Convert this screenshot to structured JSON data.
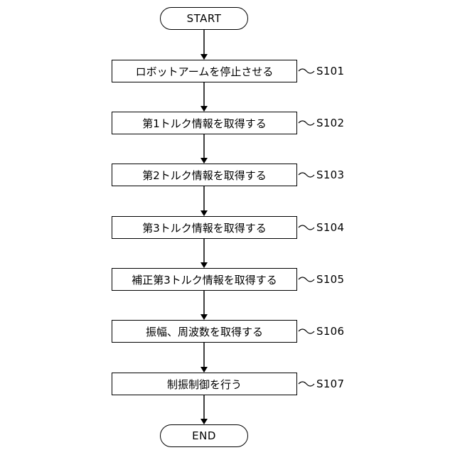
{
  "flowchart": {
    "start": "START",
    "end": "END",
    "steps": [
      {
        "id": "S101",
        "text": "ロボットアームを停止させる"
      },
      {
        "id": "S102",
        "text": "第1トルク情報を取得する"
      },
      {
        "id": "S103",
        "text": "第2トルク情報を取得する"
      },
      {
        "id": "S104",
        "text": "第3トルク情報を取得する"
      },
      {
        "id": "S105",
        "text": "補正第3トルク情報を取得する"
      },
      {
        "id": "S106",
        "text": "振幅、周波数を取得する"
      },
      {
        "id": "S107",
        "text": "制振制御を行う"
      }
    ]
  }
}
